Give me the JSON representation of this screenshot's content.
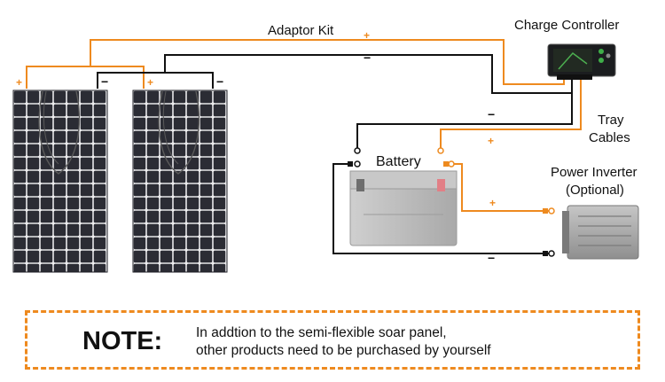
{
  "labels": {
    "adaptor_kit": "Adaptor Kit",
    "charge_controller": "Charge Controller",
    "tray": "Tray",
    "cables": "Cables",
    "battery": "Battery",
    "inverter_title": "Power Inverter",
    "inverter_optional": "(Optional)"
  },
  "signs": {
    "plus": "+",
    "minus": "−"
  },
  "note": {
    "title": "NOTE:",
    "line1": "In addtion to the semi-flexible soar panel,",
    "line2": "other products need to be purchased by yourself"
  },
  "colors": {
    "positive_wire": "#ee8a1f",
    "negative_wire": "#111111",
    "panel_cell": "#2b2c34",
    "battery_body": "#b9b9b9",
    "inverter_body": "#a7a7a7",
    "note_border": "#ee8a1f"
  }
}
